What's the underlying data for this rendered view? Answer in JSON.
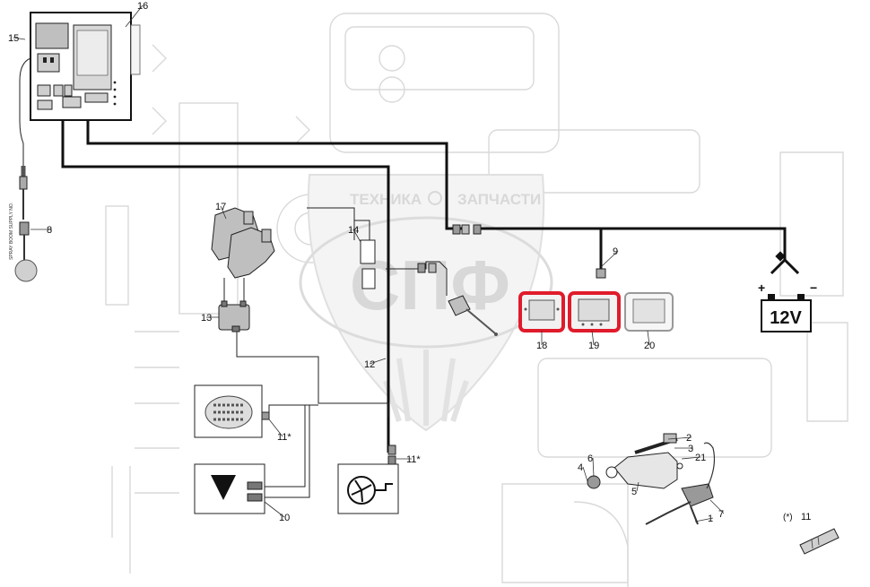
{
  "watermark": {
    "brand_left": "ТЕХНИКА",
    "brand_right": "ЗАПЧАСТИ",
    "logo_letters": "СПФ"
  },
  "battery": {
    "label": "12V",
    "plus": "+",
    "minus": "−"
  },
  "side_label": "SPRAY BOOM SUPPLY NO.",
  "footnote": {
    "marker": "(*)",
    "number": "11"
  },
  "callouts": [
    "15",
    "16",
    "8",
    "17",
    "14",
    "9",
    "13",
    "18",
    "19",
    "20",
    "12",
    "11*",
    "11*",
    "10",
    "2",
    "3",
    "21",
    "6",
    "4",
    "5",
    "7",
    "1"
  ],
  "colors": {
    "wire": "#111111",
    "display_frame": "#e01b2b",
    "ghost": "#d9d9d9"
  }
}
